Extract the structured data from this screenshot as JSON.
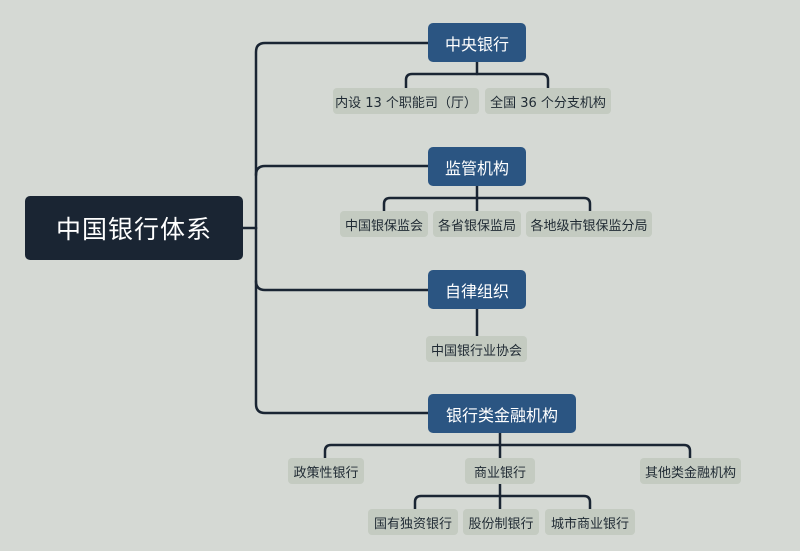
{
  "root": {
    "label": "中国银行体系"
  },
  "central_bank": {
    "label": "中央银行",
    "children": [
      "内设 13 个职能司（厅）",
      "全国 36 个分支机构"
    ]
  },
  "regulators": {
    "label": "监管机构",
    "children": [
      "中国银保监会",
      "各省银保监局",
      "各地级市银保监分局"
    ]
  },
  "self_regulation": {
    "label": "自律组织",
    "children": [
      "中国银行业协会"
    ]
  },
  "financial_institutions": {
    "label": "银行类金融机构",
    "children": [
      "政策性银行",
      "商业银行",
      "其他类金融机构"
    ],
    "commercial_children": [
      "国有独资银行",
      "股份制银行",
      "城市商业银行"
    ]
  },
  "colors": {
    "background": "#d5d9d4",
    "root": "#1a2533",
    "category": "#2b5582",
    "leaf": "#c4cbc1",
    "line": "#1a2533"
  }
}
